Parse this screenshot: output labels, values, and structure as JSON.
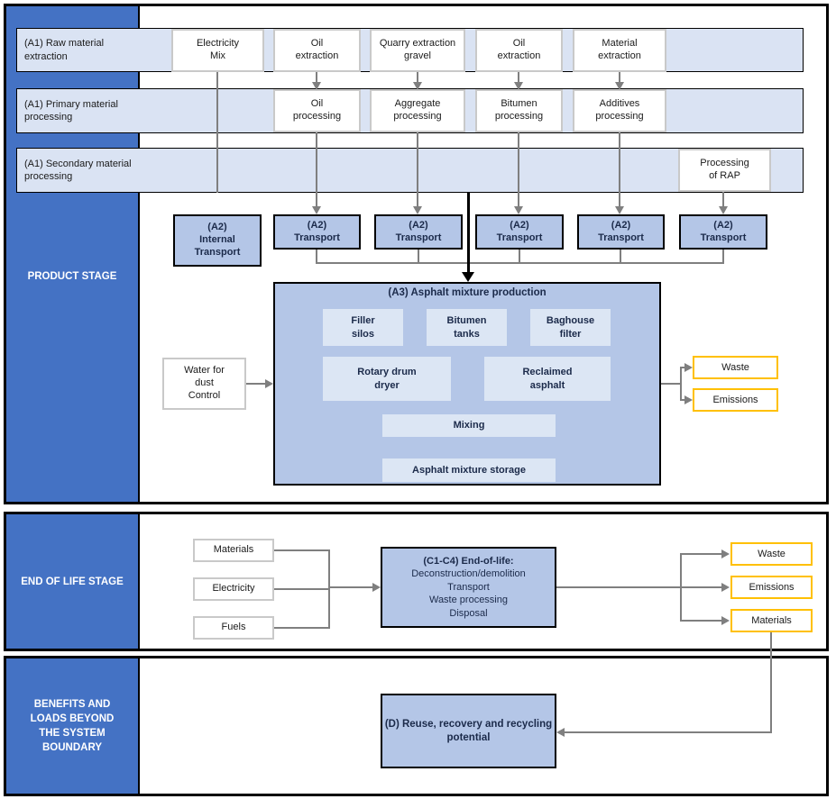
{
  "colors": {
    "sidebar_blue": "#4472C4",
    "stage_box_blue": "#B4C6E7",
    "band_blue": "#DAE3F3",
    "inner_box_blue": "#DCE6F4",
    "output_border_yellow": "#FFC000",
    "connector_grey": "#7f7f7f"
  },
  "product": {
    "sidebar_label": "PRODUCT STAGE",
    "bands": [
      {
        "label": "(A1) Raw material\nextraction"
      },
      {
        "label": "(A1) Primary material\nprocessing"
      },
      {
        "label": "(A1) Secondary material\nprocessing"
      }
    ],
    "extraction": [
      {
        "label": "Electricity\nMix"
      },
      {
        "label": "Oil\nextraction"
      },
      {
        "label": "Quarry extraction\ngravel"
      },
      {
        "label": "Oil\nextraction"
      },
      {
        "label": "Material\nextraction"
      }
    ],
    "processing": [
      {
        "label": "Oil\nprocessing"
      },
      {
        "label": "Aggregate\nprocessing"
      },
      {
        "label": "Bitumen\nprocessing"
      },
      {
        "label": "Additives\nprocessing"
      }
    ],
    "rap": {
      "label": "Processing\nof RAP"
    },
    "transport": [
      {
        "label": "(A2)\nInternal\nTransport"
      },
      {
        "label": "(A2)\nTransport"
      },
      {
        "label": "(A2)\nTransport"
      },
      {
        "label": "(A2)\nTransport"
      },
      {
        "label": "(A2)\nTransport"
      },
      {
        "label": "(A2)\nTransport"
      }
    ],
    "a3": {
      "title": "(A3) Asphalt mixture production",
      "units": [
        {
          "label": "Filler\nsilos"
        },
        {
          "label": "Bitumen\ntanks"
        },
        {
          "label": "Baghouse\nfilter"
        },
        {
          "label": "Rotary drum\ndryer"
        },
        {
          "label": "Reclaimed\nasphalt"
        },
        {
          "label": "Mixing"
        },
        {
          "label": "Asphalt mixture storage"
        }
      ]
    },
    "water": {
      "label": "Water for\ndust\nControl"
    },
    "outputs": [
      {
        "label": "Waste"
      },
      {
        "label": "Emissions"
      }
    ]
  },
  "eol": {
    "sidebar_label": "END OF LIFE STAGE",
    "inputs": [
      {
        "label": "Materials"
      },
      {
        "label": "Electricity"
      },
      {
        "label": "Fuels"
      }
    ],
    "c_box": {
      "title": "(C1-C4) End-of-life:",
      "body": "Deconstruction/demolition\nTransport\nWaste processing\nDisposal"
    },
    "outputs": [
      {
        "label": "Waste"
      },
      {
        "label": "Emissions"
      },
      {
        "label": "Materials"
      }
    ]
  },
  "benefits": {
    "sidebar_label": "BENEFITS AND\nLOADS BEYOND\nTHE SYSTEM\nBOUNDARY",
    "d_box": {
      "label": "(D) Reuse, recovery and recycling\npotential"
    }
  }
}
